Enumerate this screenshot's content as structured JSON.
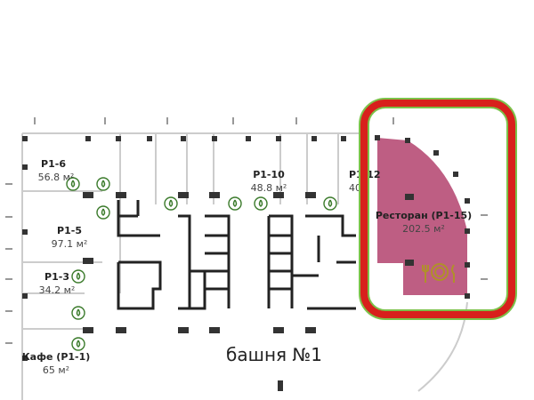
{
  "plan": {
    "tower_label": "башня №1",
    "units": [
      {
        "id": "P1-6",
        "name": "P1-6",
        "area": "56.8 м²"
      },
      {
        "id": "P1-5",
        "name": "P1-5",
        "area": "97.1 м²"
      },
      {
        "id": "P1-3",
        "name": "P1-3",
        "area": "34.2 м²"
      },
      {
        "id": "P1-1",
        "name": "Кафе (P1-1)",
        "area": "65 м²"
      },
      {
        "id": "P1-10",
        "name": "P1-10",
        "area": "48.8 м²"
      },
      {
        "id": "P1-12",
        "name": "P1-12",
        "area": "40"
      },
      {
        "id": "P1-15",
        "name": "Ресторан (P1-15)",
        "area": "202.5 м²"
      }
    ],
    "icons": {
      "water": "water-drop-icon",
      "restaurant": "plate-cutlery-icon"
    },
    "colors": {
      "highlight_fill": "#a8285a",
      "highlight_border": "#d8201c",
      "highlight_outline": "#7cc24a",
      "water_icon": "#3a7a2a"
    }
  }
}
